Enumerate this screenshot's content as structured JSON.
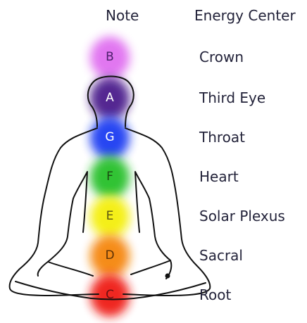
{
  "headers": {
    "note": "Note",
    "energy_center": "Energy Center"
  },
  "chakras": [
    {
      "note": "B",
      "center": "Crown",
      "color": "#e070f0",
      "letter_color": "#4a1e6a"
    },
    {
      "note": "A",
      "center": "Third Eye",
      "color": "#4b1c8c",
      "letter_color": "#ffffff"
    },
    {
      "note": "G",
      "center": "Throat",
      "color": "#1d3cf2",
      "letter_color": "#ffffff"
    },
    {
      "note": "F",
      "center": "Heart",
      "color": "#27c02a",
      "letter_color": "#1a4a10"
    },
    {
      "note": "E",
      "center": "Solar Plexus",
      "color": "#f4ef10",
      "letter_color": "#5a5510"
    },
    {
      "note": "D",
      "center": "Sacral",
      "color": "#f5860f",
      "letter_color": "#5a3005"
    },
    {
      "note": "C",
      "center": "Root",
      "color": "#ef1c17",
      "letter_color": "#6a1010"
    }
  ]
}
